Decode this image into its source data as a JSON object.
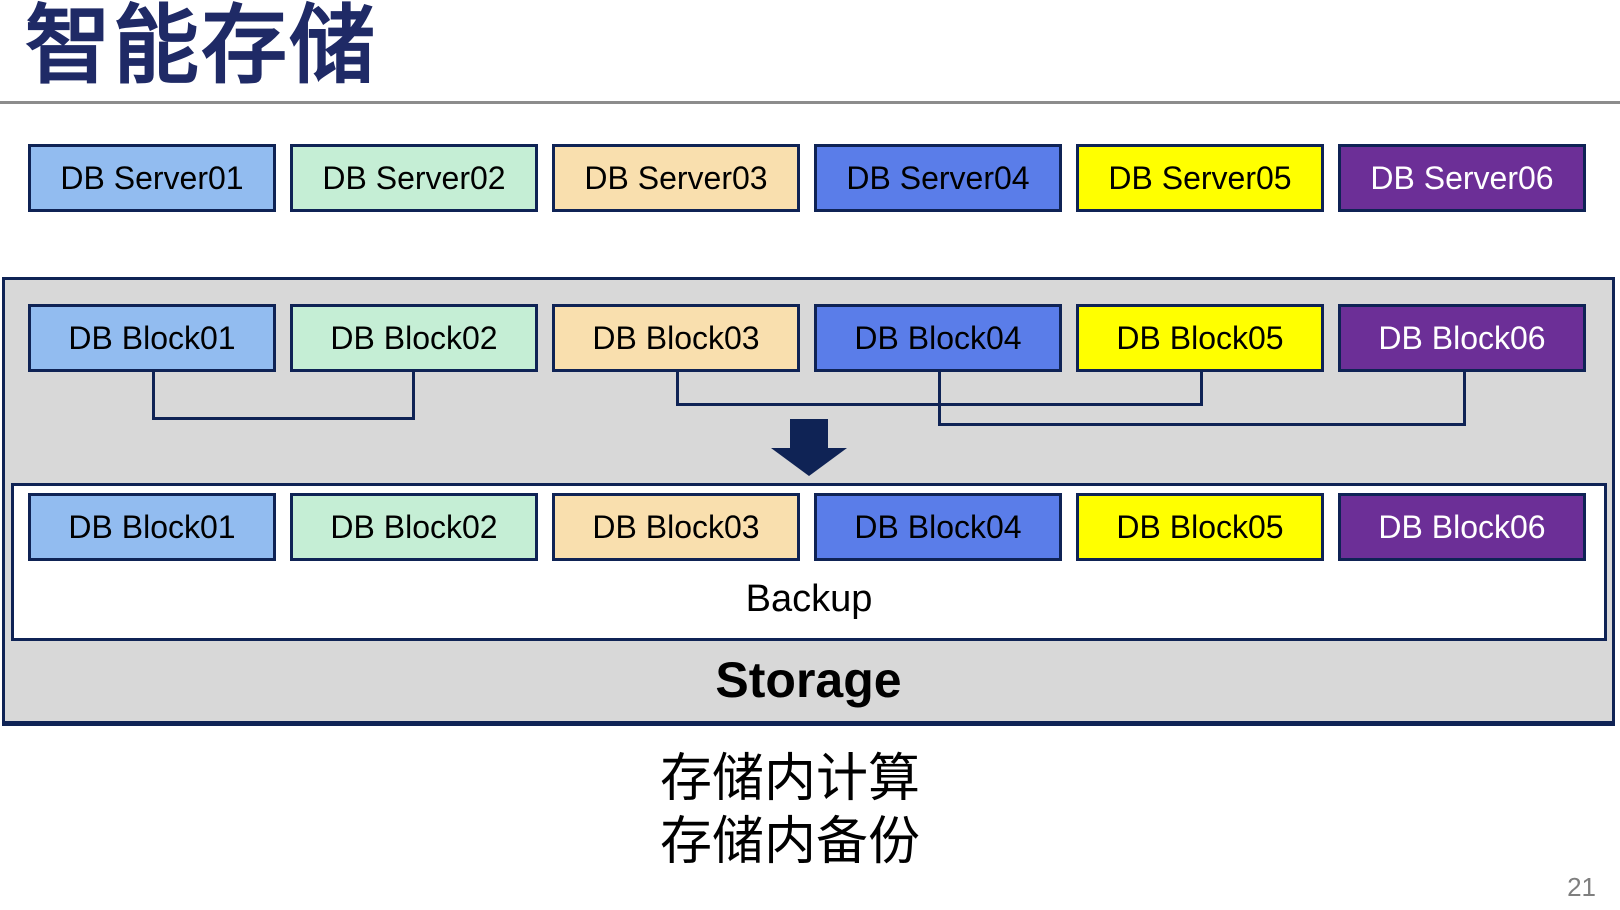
{
  "slide": {
    "title": "智能存储",
    "page_number": "21"
  },
  "colors": {
    "navy": "#0F2355",
    "title_navy": "#1F2A66",
    "container_gray": "#D8D8D8",
    "divider_gray": "#8C8C8C",
    "page_number_gray": "#7F7F7F"
  },
  "palette": [
    {
      "name": "light-blue",
      "bg": "#92BCF0",
      "fg": "#000000"
    },
    {
      "name": "mint-green",
      "bg": "#C5EED5",
      "fg": "#000000"
    },
    {
      "name": "wheat",
      "bg": "#F9DFAE",
      "fg": "#000000"
    },
    {
      "name": "royal-blue",
      "bg": "#5A7DE9",
      "fg": "#000000"
    },
    {
      "name": "yellow",
      "bg": "#FFFF00",
      "fg": "#000000"
    },
    {
      "name": "purple",
      "bg": "#6C2F97",
      "fg": "#FFFFFF"
    }
  ],
  "server_row": [
    "DB Server01",
    "DB Server02",
    "DB Server03",
    "DB Server04",
    "DB Server05",
    "DB Server06"
  ],
  "storage_box": {
    "top_blocks": [
      "DB Block01",
      "DB Block02",
      "DB Block03",
      "DB Block04",
      "DB Block05",
      "DB Block06"
    ],
    "bottom_blocks": [
      "DB Block01",
      "DB Block02",
      "DB Block03",
      "DB Block04",
      "DB Block05",
      "DB Block06"
    ],
    "backup_label": "Backup",
    "storage_label": "Storage"
  },
  "captions": {
    "line1": "存储内计算",
    "line2": "存储内备份"
  }
}
